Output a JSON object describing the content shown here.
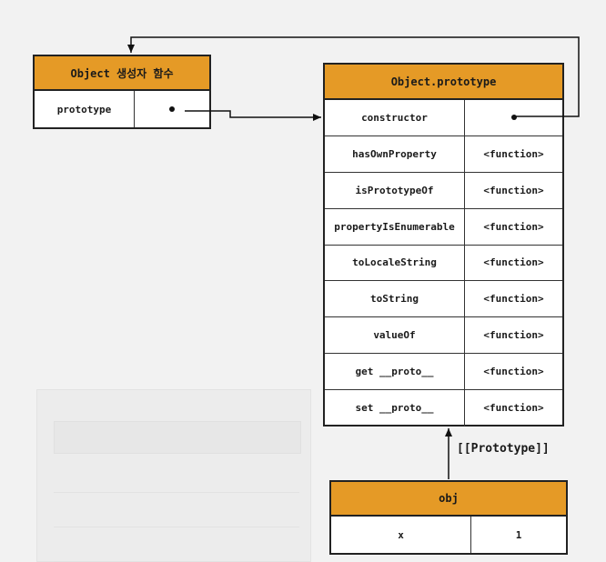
{
  "constructor_box": {
    "title": "Object 생성자 함수",
    "rows": [
      {
        "key": "prototype",
        "value": ""
      }
    ]
  },
  "prototype_box": {
    "title": "Object.prototype",
    "rows": [
      {
        "key": "constructor",
        "value": ""
      },
      {
        "key": "hasOwnProperty",
        "value": "<function>"
      },
      {
        "key": "isPrototypeOf",
        "value": "<function>"
      },
      {
        "key": "propertyIsEnumerable",
        "value": "<function>"
      },
      {
        "key": "toLocaleString",
        "value": "<function>"
      },
      {
        "key": "toString",
        "value": "<function>"
      },
      {
        "key": "valueOf",
        "value": "<function>"
      },
      {
        "key": "get __proto__",
        "value": "<function>"
      },
      {
        "key": "set __proto__",
        "value": "<function>"
      }
    ]
  },
  "obj_box": {
    "title": "obj",
    "rows": [
      {
        "key": "x",
        "value": "1"
      }
    ]
  },
  "links": {
    "prototype_link_label": "[[Prototype]]"
  },
  "colors": {
    "header_fill": "#e59a26",
    "border": "#222222",
    "background": "#f2f2f2"
  }
}
